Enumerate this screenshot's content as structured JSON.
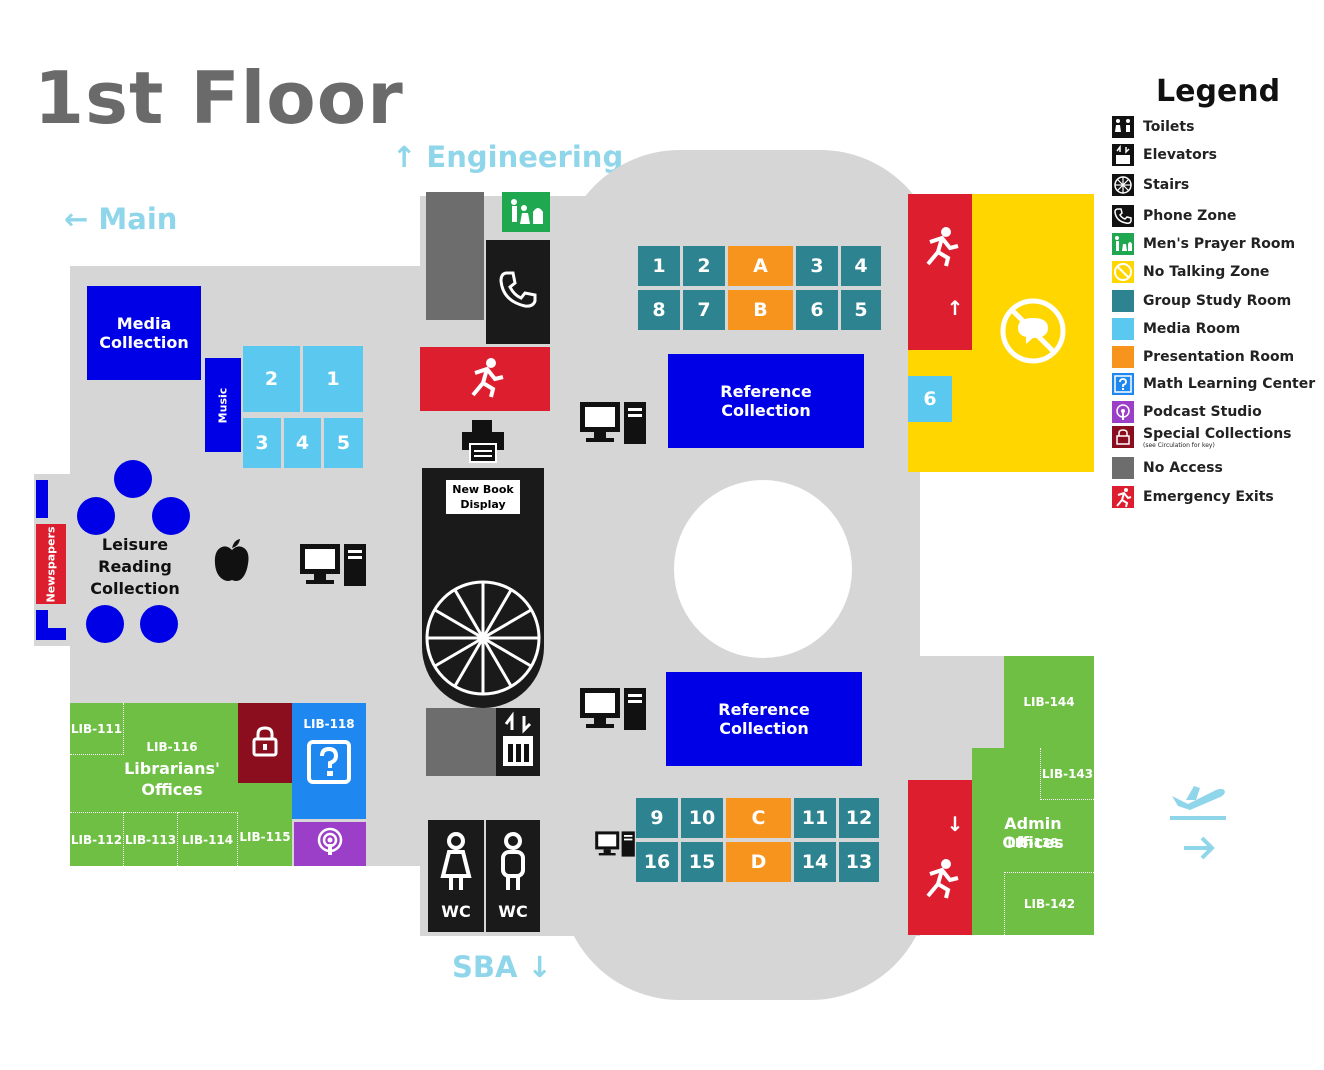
{
  "title": "1st Floor",
  "directions": {
    "engineering": "Engineering",
    "main": "Main",
    "sba": "SBA"
  },
  "colors": {
    "floor": "#d6d6d6",
    "group_study": "#2e8390",
    "media_room": "#5bc8ef",
    "presentation": "#f7941d",
    "collection": "#0000e6",
    "office": "#70bf45",
    "emergency": "#dd1e2f",
    "no_talking": "#ffd600",
    "no_access": "#6d6d6d",
    "podcast": "#9b3fc8",
    "special_collections": "#8b0e1e",
    "math_center": "#1e88f0"
  },
  "rooms": {
    "media_collection": "Media Collection",
    "music": "Music",
    "newspapers": "Newspapers",
    "leisure_reading": "Leisure Reading Collection",
    "new_book_display": "New Book Display",
    "reference_collection_top": "Reference Collection",
    "reference_collection_bottom": "Reference Collection",
    "lib_111": "LIB-111",
    "lib_116": "LIB-116",
    "librarians_offices": "Librarians' Offices",
    "lib_118": "LIB-118",
    "lib_112": "LIB-112",
    "lib_113": "LIB-113",
    "lib_114": "LIB-114",
    "lib_115": "LIB-115",
    "lib_144": "LIB-144",
    "lib_143": "LIB-143",
    "admin_offices": "Admin Offices",
    "lib_138": "LIB-138",
    "lib_142": "LIB-142",
    "wc_left": "WC",
    "wc_right": "WC"
  },
  "study_rooms_top": [
    "1",
    "2",
    "A",
    "3",
    "4",
    "8",
    "7",
    "B",
    "6",
    "5"
  ],
  "study_rooms_bottom": [
    "9",
    "10",
    "C",
    "11",
    "12",
    "16",
    "15",
    "D",
    "14",
    "13"
  ],
  "media_rooms": [
    "2",
    "1",
    "3",
    "4",
    "5"
  ],
  "media_room_right": "6",
  "legend": {
    "title": "Legend",
    "items": [
      {
        "label": "Toilets",
        "icon": "toilets-icon"
      },
      {
        "label": "Elevators",
        "icon": "elevator-icon"
      },
      {
        "label": "Stairs",
        "icon": "stairs-icon"
      },
      {
        "label": "Phone Zone",
        "icon": "phone-icon"
      },
      {
        "label": "Men's Prayer Room",
        "icon": "prayer-room-icon"
      },
      {
        "label": "No Talking Zone",
        "icon": "no-talking-icon"
      },
      {
        "label": "Group Study Room",
        "icon": "group-study-swatch"
      },
      {
        "label": "Media Room",
        "icon": "media-room-swatch"
      },
      {
        "label": "Presentation Room",
        "icon": "presentation-room-swatch"
      },
      {
        "label": "Math Learning Center",
        "icon": "question-icon"
      },
      {
        "label": "Podcast Studio",
        "icon": "podcast-icon"
      },
      {
        "label": "Special Collections",
        "sub": "(see Circulation for key)",
        "icon": "lock-icon"
      },
      {
        "label": "No Access",
        "icon": "no-access-swatch"
      },
      {
        "label": "Emergency Exits",
        "icon": "emergency-exit-icon"
      }
    ]
  }
}
